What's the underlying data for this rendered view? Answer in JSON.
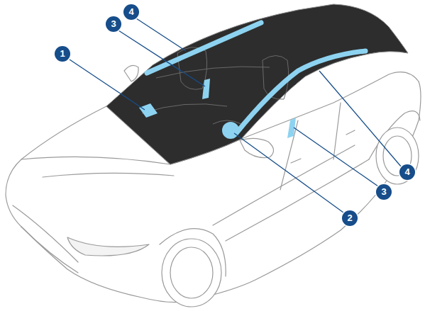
{
  "diagram": {
    "labels": [
      "4",
      "3",
      "1",
      "4",
      "3",
      "2"
    ]
  }
}
